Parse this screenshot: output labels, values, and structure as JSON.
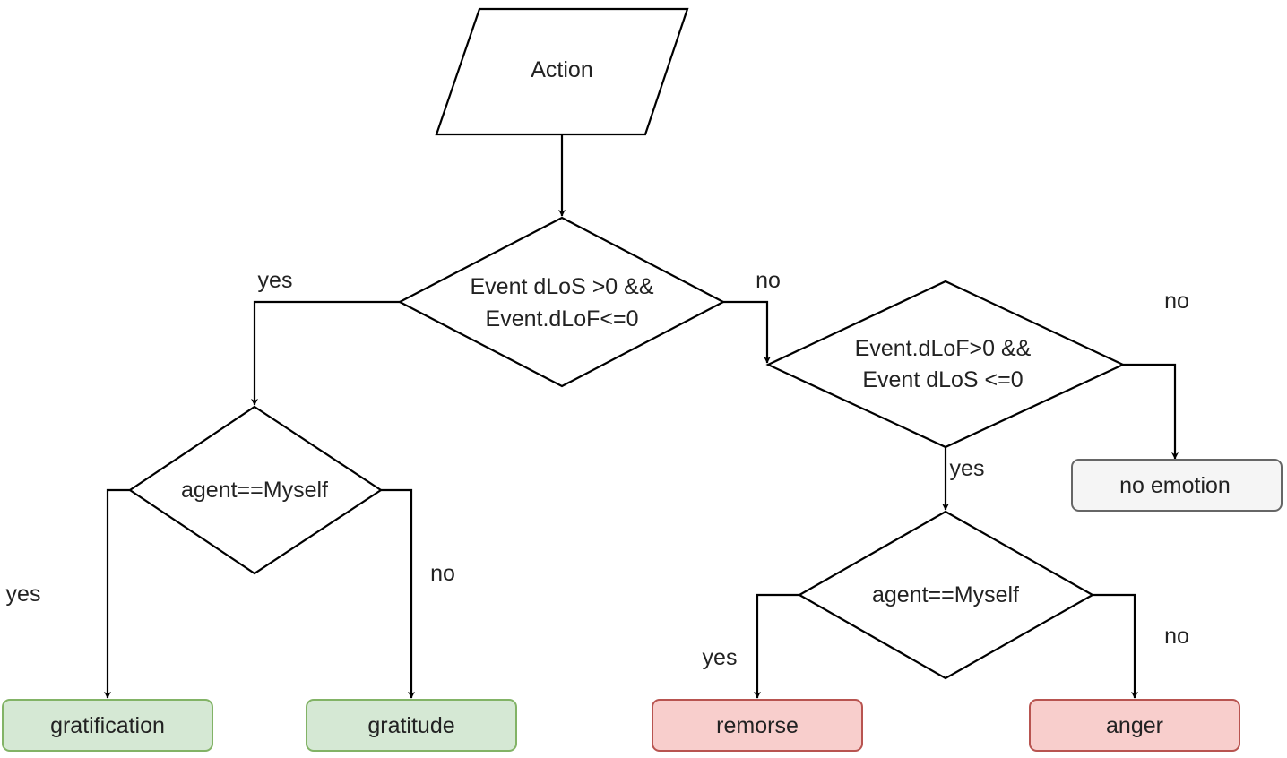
{
  "nodes": {
    "action": {
      "label": "Action",
      "shape": "parallelogram"
    },
    "decision_main": {
      "lines": [
        "Event dLoS >0 &&",
        "Event.dLoF<=0"
      ],
      "shape": "diamond"
    },
    "decision_left": {
      "label": "agent==Myself",
      "shape": "diamond"
    },
    "decision_right": {
      "lines": [
        "Event.dLoF>0 &&",
        "Event dLoS <=0"
      ],
      "shape": "diamond"
    },
    "decision_right_agent": {
      "label": "agent==Myself",
      "shape": "diamond"
    },
    "gratification": {
      "label": "gratification",
      "fill": "#d5e8d4",
      "stroke": "#82b366"
    },
    "gratitude": {
      "label": "gratitude",
      "fill": "#d5e8d4",
      "stroke": "#82b366"
    },
    "remorse": {
      "label": "remorse",
      "fill": "#f8cecc",
      "stroke": "#b85450"
    },
    "anger": {
      "label": "anger",
      "fill": "#f8cecc",
      "stroke": "#b85450"
    },
    "no_emotion": {
      "label": "no emotion",
      "fill": "#f5f5f5",
      "stroke": "#666666"
    }
  },
  "edge_labels": {
    "main_yes": "yes",
    "main_no": "no",
    "left_yes": "yes",
    "left_no": "no",
    "right_no": "no",
    "right_yes": "yes",
    "right_agent_yes": "yes",
    "right_agent_no": "no"
  }
}
